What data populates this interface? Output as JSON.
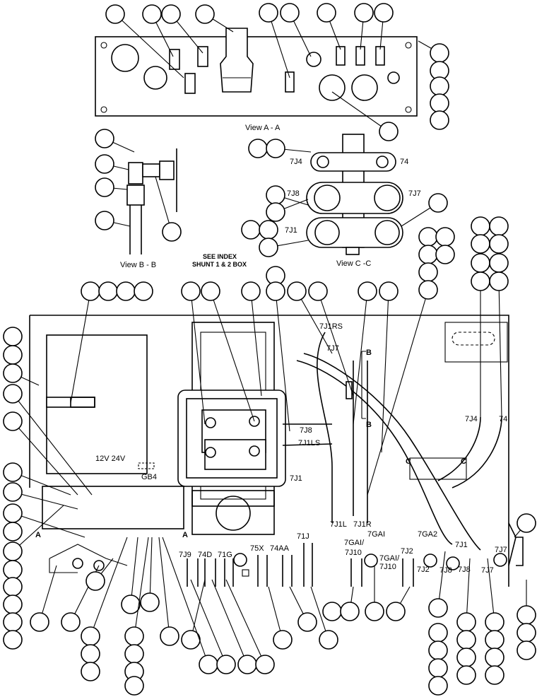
{
  "views": {
    "view_a": "View A - A",
    "view_b": "View B - B",
    "view_c": "View C -C"
  },
  "view_c_labels": {
    "j4": "7J4",
    "p74": "74",
    "j8": "7J8",
    "j7": "7J7",
    "j1": "7J1"
  },
  "note": {
    "line1": "SEE INDEX",
    "line2": "SHUNT 1 & 2 BOX"
  },
  "panel_labels": {
    "j1rs": "7J1RS",
    "j7_top": "7J7",
    "b_top": "B",
    "b_bottom": "B",
    "j8": "7J8",
    "j1ls": "7J1LS",
    "j1": "7J1",
    "j4": "7J4",
    "p74": "74",
    "c_left": "C",
    "c_right": "C",
    "voltage": "12V 24V",
    "gb4": "GB4",
    "a_left": "A",
    "a_right": "A",
    "j1l": "7J1L",
    "j1r": "7J1R",
    "gai": "7GAI",
    "gai_j10_a": "7GAI/",
    "j10_a": "7J10",
    "ga2": "7GA2",
    "j2_a": "7J2",
    "gai_j10_b": "7GAI/",
    "j10_b": "7J10",
    "j1_right": "7J1",
    "j7_right": "7J7",
    "j9": "7J9",
    "p74d": "74D",
    "p71g": "71G",
    "p75x": "75X",
    "p74aa": "74AA",
    "p71j": "71J",
    "j2_b": "7J2",
    "j8_b": "7J8",
    "j8_c": "7J8",
    "j7_b": "7J7"
  }
}
